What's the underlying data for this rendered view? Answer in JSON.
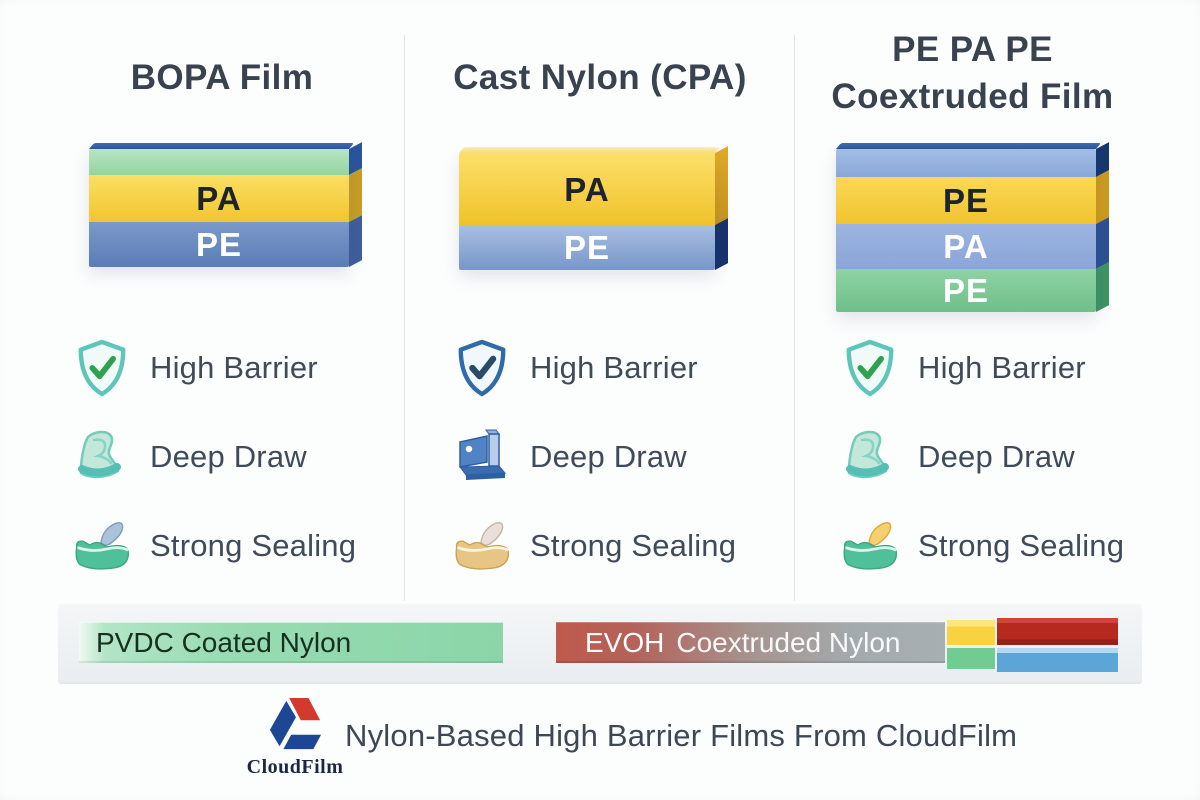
{
  "columns": [
    {
      "title_line1": "BOPA Film",
      "layers": [
        {
          "label": "",
          "color": "#9ed9ab"
        },
        {
          "label": "PA",
          "color": "#f6d23f",
          "text_color": "#1d242c"
        },
        {
          "label": "PE",
          "color": "#5e81ba",
          "text_color": "#ffffff"
        }
      ],
      "features": [
        {
          "icon": "shield-check-teal",
          "label": "High Barrier"
        },
        {
          "icon": "deep-draw-teal",
          "label": "Deep Draw"
        },
        {
          "icon": "seal-tray-teal-blue-flap",
          "label": "Strong Sealing"
        }
      ]
    },
    {
      "title_line1": "Cast Nylon (CPA)",
      "layers": [
        {
          "label": "PA",
          "color": "#f5cc35",
          "text_color": "#1d242c"
        },
        {
          "label": "PE",
          "color": "#7e9ed0",
          "text_color": "#ffffff"
        }
      ],
      "features": [
        {
          "icon": "shield-check-blue",
          "label": "High Barrier"
        },
        {
          "icon": "deep-draw-blue",
          "label": "Deep Draw"
        },
        {
          "icon": "seal-tray-tan-cream-flap",
          "label": "Strong Sealing"
        }
      ]
    },
    {
      "title_line1": "PE PA PE",
      "title_line2": "Coextruded Film",
      "layers": [
        {
          "label": "",
          "color": "#92b0de"
        },
        {
          "label": "PE",
          "color": "#f6cf3d",
          "text_color": "#1d242c"
        },
        {
          "label": "PA",
          "color": "#8aa8da",
          "text_color": "#ffffff"
        },
        {
          "label": "PE",
          "color": "#7cc795",
          "text_color": "#ffffff"
        }
      ],
      "features": [
        {
          "icon": "shield-check-teal",
          "label": "High Barrier"
        },
        {
          "icon": "deep-draw-teal",
          "label": "Deep Draw"
        },
        {
          "icon": "seal-tray-teal-yellow-flap",
          "label": "Strong Sealing"
        }
      ]
    }
  ],
  "footer": {
    "pvdc_bar": {
      "label": "PVDC Coated Nylon",
      "color_left": "#b3e5c6",
      "color_right": "#8bd5a9",
      "text_color": "#15301f"
    },
    "evoh_bar": {
      "label_emph": "EVOH",
      "label_rest": "Coextruded Nylon",
      "color_left": "#bf5a4b",
      "color_right": "#a8afb2",
      "text_color": "#ffffff"
    },
    "swatches": [
      {
        "name": "yellow",
        "color": "#f9d23f"
      },
      {
        "name": "red",
        "color": "#b5291f"
      },
      {
        "name": "green",
        "color": "#72cb90"
      },
      {
        "name": "blue",
        "color": "#5ca6d7"
      }
    ]
  },
  "branding": {
    "logo_text": "CloudFilm",
    "logo_colors": {
      "blue": "#1d4694",
      "red": "#d43a2c"
    },
    "caption": "Nylon-Based High Barrier Films From CloudFilm"
  }
}
